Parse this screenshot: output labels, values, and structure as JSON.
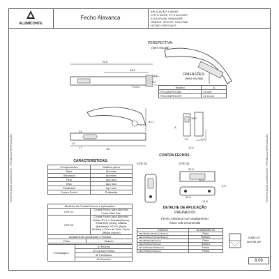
{
  "header": {
    "brand": "ALUMICONTE",
    "product_title": "Fecho Alavanca",
    "application_label": "APLICAÇÃO: LINHAS",
    "application_lines": [
      "CITTÁ DUE®, PV II ALCOA®,",
      "ATLANTA 88, SHADOW®,",
      "GRIDE®, STICK®, SOLUTAE",
      "HYDRO OFFICIAL®"
    ]
  },
  "perspective": {
    "title": "PERSPECTIVA:",
    "subtitle": "(sem escala)"
  },
  "dimensions": {
    "title": "DIMENSÕES:",
    "subtitle": "(sem escala)",
    "col_model": "Modelo",
    "col_a": "A",
    "rows": [
      {
        "model": "FEC480/FEC481",
        "a": "24 mm"
      },
      {
        "model": "FEC478/FEC479",
        "a": "21,5 mm"
      }
    ]
  },
  "drawing_top": {
    "dims": [
      "76,8",
      "48,5",
      "13,6",
      "9,2",
      "R 2,5"
    ]
  },
  "drawing_mid": {
    "dims": [
      "33",
      "10",
      "17",
      "63",
      "52,7",
      "15,5",
      "7,5",
      "12,4",
      "7,5",
      "A"
    ]
  },
  "characteristics": {
    "title": "CARACTERÍSTICAS:",
    "col_component": "Componentes",
    "col_material": "Matéria prima",
    "rows": [
      {
        "component": "Base",
        "material": "Alumínio"
      },
      {
        "component": "Alavanca",
        "material": "Alumínio"
      },
      {
        "component": "Pino",
        "material": "Aço Inox"
      },
      {
        "component": "Eixo",
        "material": "Aço Inox"
      },
      {
        "component": "Parafusos",
        "material": "Aço Inox"
      },
      {
        "component": "Contra Fecho",
        "material": "Poliamida"
      }
    ]
  },
  "counter_models": {
    "title": "Modelos de Contra Fechos e Aplicações:",
    "rows": [
      {
        "code": "CFE 01",
        "desc": "Contra Fecho para Alumínio Linha Città Due"
      },
      {
        "code": "CFE 02",
        "desc": "Contra Fecho para Alumínio Linhas PV II e Solutae(Alcoa), SHADOW (CDA), Atlanta (Belmetal), STICK (Bella Metais) e Peso de Valor Hydro Official (Hydro)"
      }
    ]
  },
  "finish": {
    "title": "Acabamento Anodizado e Pintado",
    "options": [
      "Preto",
      "Branco"
    ]
  },
  "packaging": {
    "label": "Embalagem",
    "items": [
      "10 Fechos",
      "10 Contra Fechos",
      "30 Parafusos",
      "40 Arruelas"
    ]
  },
  "counter_fechos": {
    "title": "CONTRA FECHOS",
    "cfe01": "CFE 01",
    "cfe02": "CFE 02",
    "dims": [
      "32,3",
      "20,5",
      "9,5",
      "34,5",
      "14,8"
    ]
  },
  "application_detail": {
    "title": "DETALHE DE APLICAÇÃO",
    "page": "PÁGINA 8.09",
    "note1": "Fecho Alavanca com acabamento",
    "note2": "fosco sob encomenda"
  },
  "codes": {
    "col_code": "CÓDIGO",
    "col_finish": "ACABAMENTO",
    "rows": [
      {
        "code": "FEC480/FEC481(Preto/Branco)",
        "finish": "Preto"
      },
      {
        "code": "FEC478/FEC479(Preto/Branco)",
        "finish": "Branco"
      },
      {
        "code": "FEC480/FEC481(fosco)",
        "finish": "Preto"
      },
      {
        "code": "FEC478/FEC479(fosco)",
        "finish": "Branco"
      },
      {
        "code": "FEC478P/FEC479P(fosco)",
        "finish": "Fosco"
      },
      {
        "code": "FEC478/FEC479(fosco)",
        "finish": "Fosco"
      }
    ]
  },
  "footer": {
    "category": "JANELAS",
    "subcategory": "MAXIM-AR",
    "page_number": "8.06"
  },
  "side_note": "PROPRIEDADE ALUMICONTE - PROIBIDA A REPRODUÇÃO"
}
